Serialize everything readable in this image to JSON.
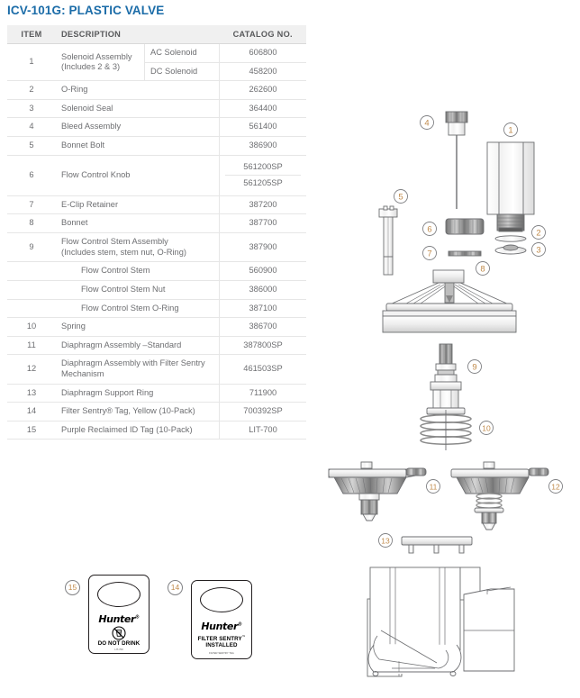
{
  "title": "ICV-101G: PLASTIC VALVE",
  "accent_color": "#1b6ca8",
  "callout_color": "#c08a4a",
  "table": {
    "headers": {
      "item": "ITEM",
      "description": "DESCRIPTION",
      "catalog": "CATALOG NO."
    },
    "rows": [
      {
        "item": "1",
        "description": "Solenoid Assembly\n(Includes 2 & 3)",
        "desc_line1": "Solenoid Assembly",
        "desc_line2": "(Includes 2 & 3)",
        "subrows": [
          {
            "variant": "AC Solenoid",
            "catalog": "606800"
          },
          {
            "variant": "DC Solenoid",
            "catalog": "458200"
          }
        ]
      },
      {
        "item": "2",
        "description": "O-Ring",
        "catalog": "262600"
      },
      {
        "item": "3",
        "description": "Solenoid Seal",
        "catalog": "364400"
      },
      {
        "item": "4",
        "description": "Bleed Assembly",
        "catalog": "561400"
      },
      {
        "item": "5",
        "description": "Bonnet Bolt",
        "catalog": "386900"
      },
      {
        "item": "6",
        "description": "Flow Control Knob",
        "catalogs": [
          "561200SP",
          "561205SP"
        ]
      },
      {
        "item": "7",
        "description": "E-Clip Retainer",
        "catalog": "387200"
      },
      {
        "item": "8",
        "description": "Bonnet",
        "catalog": "387700"
      },
      {
        "item": "9",
        "description": "Flow Control Stem Assembly\n(Includes stem, stem nut, O-Ring)",
        "desc_line1": "Flow Control Stem Assembly",
        "desc_line2": "(Includes stem, stem nut, O-Ring)",
        "catalog": "387900"
      },
      {
        "item": "",
        "description": "Flow Control Stem",
        "catalog": "560900",
        "indent": true
      },
      {
        "item": "",
        "description": "Flow Control Stem Nut",
        "catalog": "386000",
        "indent": true
      },
      {
        "item": "",
        "description": "Flow Control Stem O-Ring",
        "catalog": "387100",
        "indent": true
      },
      {
        "item": "10",
        "description": "Spring",
        "catalog": "386700"
      },
      {
        "item": "11",
        "description": "Diaphragm Assembly –Standard",
        "catalog": "387800SP"
      },
      {
        "item": "12",
        "description": "Diaphragm Assembly with Filter Sentry Mechanism",
        "desc_line1": "Diaphragm Assembly with Filter Sentry",
        "desc_line2": "Mechanism",
        "catalog": "461503SP"
      },
      {
        "item": "13",
        "description": "Diaphragm Support Ring",
        "catalog": "711900"
      },
      {
        "item": "14",
        "description": "Filter Sentry® Tag, Yellow (10-Pack)",
        "catalog": "700392SP"
      },
      {
        "item": "15",
        "description": "Purple Reclaimed ID Tag (10-Pack)",
        "catalog": "LIT-700"
      }
    ]
  },
  "diagram": {
    "callouts": [
      {
        "id": "1",
        "label": "1",
        "part": "solenoid-assembly"
      },
      {
        "id": "2",
        "label": "2",
        "part": "o-ring"
      },
      {
        "id": "3",
        "label": "3",
        "part": "solenoid-seal"
      },
      {
        "id": "4",
        "label": "4",
        "part": "bleed-assembly"
      },
      {
        "id": "5",
        "label": "5",
        "part": "bonnet-bolt"
      },
      {
        "id": "6",
        "label": "6",
        "part": "flow-control-knob"
      },
      {
        "id": "7",
        "label": "7",
        "part": "e-clip-retainer"
      },
      {
        "id": "8",
        "label": "8",
        "part": "bonnet"
      },
      {
        "id": "9",
        "label": "9",
        "part": "flow-control-stem-assembly"
      },
      {
        "id": "10",
        "label": "10",
        "part": "spring"
      },
      {
        "id": "11",
        "label": "11",
        "part": "diaphragm-assembly-standard"
      },
      {
        "id": "12",
        "label": "12",
        "part": "diaphragm-assembly-filter-sentry"
      },
      {
        "id": "13",
        "label": "13",
        "part": "diaphragm-support-ring"
      }
    ]
  },
  "tags": {
    "purple_reclaimed": {
      "callout": "15",
      "brand": "Hunter",
      "line1": "DO NOT DRINK",
      "fine": "LIT-700",
      "icon": "no-drink-icon"
    },
    "filter_sentry": {
      "callout": "14",
      "brand": "Hunter",
      "line1": "FILTER SENTRY",
      "line2": "INSTALLED",
      "fine": "FILTER SENTRY TAG"
    }
  }
}
